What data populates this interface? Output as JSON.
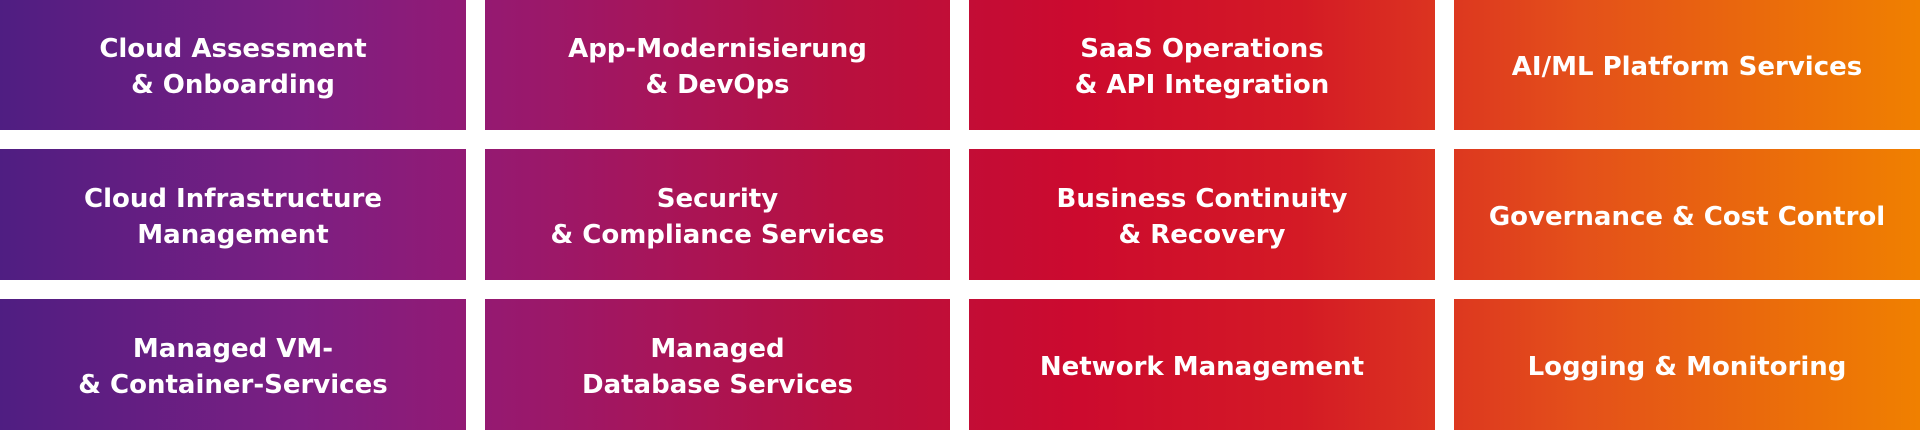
{
  "tiles": [
    {
      "label": "Cloud Assessment\n& Onboarding"
    },
    {
      "label": "App-Modernisierung\n& DevOps"
    },
    {
      "label": "SaaS Operations\n& API Integration"
    },
    {
      "label": "AI/ML Platform Services"
    },
    {
      "label": "Cloud Infrastructure\nManagement"
    },
    {
      "label": "Security\n& Compliance Services"
    },
    {
      "label": "Business Continuity\n& Recovery"
    },
    {
      "label": "Governance & Cost Control"
    },
    {
      "label": "Managed VM-\n& Container-Services"
    },
    {
      "label": "Managed\nDatabase Services"
    },
    {
      "label": "Network Management"
    },
    {
      "label": "Logging & Monitoring"
    }
  ],
  "colors": {
    "gradient_start": "#4f1e82",
    "gradient_magenta": "#921a75",
    "gradient_crimson": "#cc0a2e",
    "gradient_red": "#dc3520",
    "gradient_end": "#f08000",
    "text": "#ffffff",
    "background": "#ffffff"
  }
}
